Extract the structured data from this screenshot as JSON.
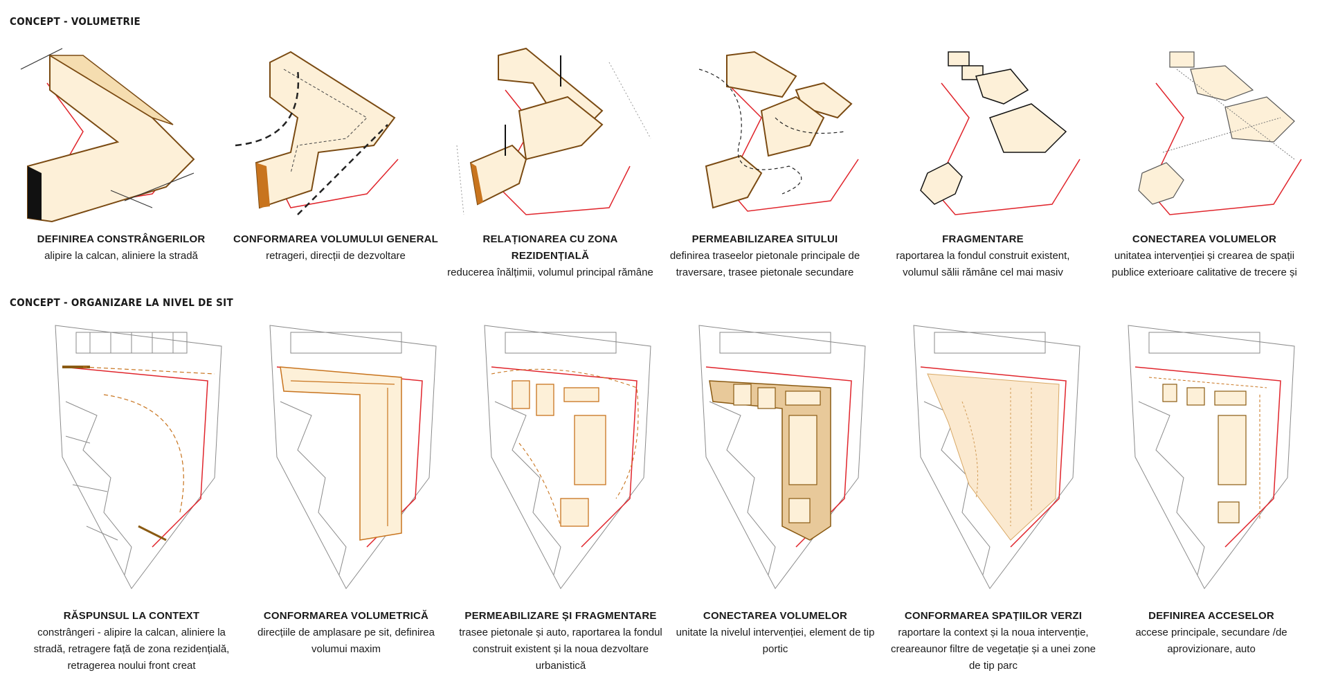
{
  "section1": {
    "title": "CONCEPT - VOLUMETRIE"
  },
  "section2": {
    "title": "CONCEPT - ORGANIZARE LA NIVEL DE SIT"
  },
  "row1": [
    {
      "title": "DEFINIREA CONSTRÂNGERILOR",
      "desc": "alipire la calcan, aliniere la stradă"
    },
    {
      "title": "CONFORMAREA VOLUMULUI GENERAL",
      "desc": "retrageri, direcții de dezvoltare"
    },
    {
      "title": "RELAȚIONAREA CU ZONA REZIDENȚIALĂ",
      "desc": "reducerea înălțimii, volumul principal rămâne cel mai înalt"
    },
    {
      "title": "PERMEABILIZAREA SITULUI",
      "desc": "definirea traseelor pietonale principale de traversare, trasee pietonale secundare"
    },
    {
      "title": "FRAGMENTARE",
      "desc": "raportarea la fondul construit existent, volumul sălii rămâne cel mai masiv"
    },
    {
      "title": "CONECTAREA VOLUMELOR",
      "desc": "unitatea intervenției și crearea de spații publice exterioare calitative de trecere și așteptare"
    }
  ],
  "row2": [
    {
      "title": "RĂSPUNSUL LA CONTEXT",
      "desc": "constrângeri - alipire la calcan, aliniere la stradă, retragere față de zona rezidențială, retragerea noului front creat"
    },
    {
      "title": "CONFORMAREA VOLUMETRICĂ",
      "desc": "direcțiile de amplasare pe sit, definirea volumui maxim"
    },
    {
      "title": "PERMEABILIZARE ȘI FRAGMENTARE",
      "desc": "trasee pietonale și auto, raportarea la fondul construit existent și la noua dezvoltare urbanistică"
    },
    {
      "title": "CONECTAREA VOLUMELOR",
      "desc": "unitate la nivelul intervenției, element de tip portic"
    },
    {
      "title": "CONFORMAREA SPAȚIILOR VERZI",
      "desc": "raportare la context și la noua intervenție, creareaunor filtre de vegetație și a unei zone de tip parc"
    },
    {
      "title": "DEFINIREA ACCESELOR",
      "desc": "accese principale, secundare /de aprovizionare, auto"
    }
  ],
  "colors": {
    "volume_fill": "#fdf0d8",
    "volume_edge": "#7a4a12",
    "site_boundary": "#e0242b",
    "path_orange": "#c8741e",
    "context_grey": "#8a8a8a"
  }
}
